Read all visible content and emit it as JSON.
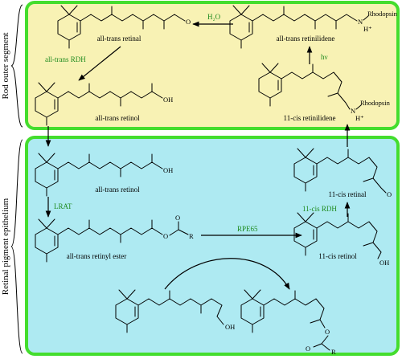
{
  "sections": {
    "rod_outer_segment": "Rod outer segment",
    "retinal_pigment_epithelium": "Retinal pigment epithelium"
  },
  "molecules": {
    "all_trans_retinal": "all-trans retinal",
    "all_trans_retinilidene": "all-trans retinilidene",
    "all_trans_retinol_ros": "all-trans retinol",
    "eleven_cis_retinilidene": "11-cis retinilidene",
    "all_trans_retinol_rpe": "all-trans retinol",
    "all_trans_retinyl_ester": "all-trans retinyl ester",
    "eleven_cis_retinal": "11-cis retinal",
    "eleven_cis_retinol": "11-cis retinol"
  },
  "enzymes": {
    "all_trans_rdh": "all-trans RDH",
    "lrat": "LRAT",
    "rpe65": "RPE65",
    "eleven_cis_rdh": "11-cis RDH"
  },
  "reagents": {
    "water": "H₂O",
    "light": "hν"
  },
  "atoms": {
    "rhodopsin": "Rhodopsin",
    "n_minus": "N",
    "n_h_plus": "H⁺",
    "oh": "OH",
    "o": "O",
    "r": "R"
  },
  "colors": {
    "rod_fill": "#f8f2b4",
    "rpe_fill": "#aeeaf2",
    "border": "#44dd2e",
    "enzyme_text": "#1e8a1e"
  }
}
